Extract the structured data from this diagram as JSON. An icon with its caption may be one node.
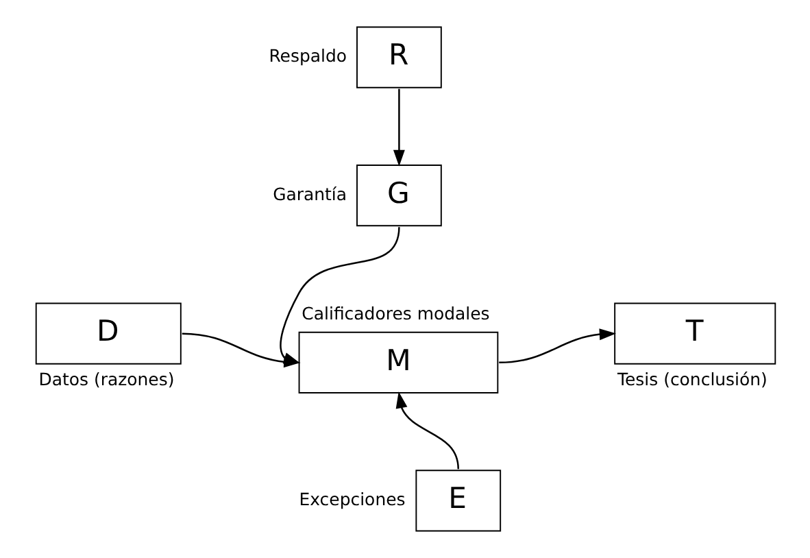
{
  "diagram": {
    "nodes": [
      {
        "text": [
          "R"
        ],
        "beside": [
          "Respaldo"
        ]
      },
      {
        "text": [
          "G"
        ],
        "beside": [
          "Garantía"
        ]
      },
      {
        "text": [
          "D"
        ],
        "beside": [
          "Datos (razones)"
        ]
      },
      {
        "text": [
          "M"
        ],
        "beside": [
          "Calificadores modales"
        ]
      },
      {
        "text": [
          "T"
        ],
        "beside": [
          "Tesis (conclusión)"
        ]
      },
      {
        "text": [
          "E"
        ],
        "beside": [
          "Excepciones"
        ]
      }
    ],
    "edges": [
      {
        "from": 0,
        "to": 1,
        "arrow": "to"
      },
      {
        "from": 1,
        "to": 3,
        "arrow": "to"
      },
      {
        "from": 2,
        "to": 3,
        "arrow": "to"
      },
      {
        "from": 3,
        "to": 4,
        "arrow": "to"
      },
      {
        "from": 5,
        "to": 3,
        "arrow": "to"
      }
    ]
  }
}
